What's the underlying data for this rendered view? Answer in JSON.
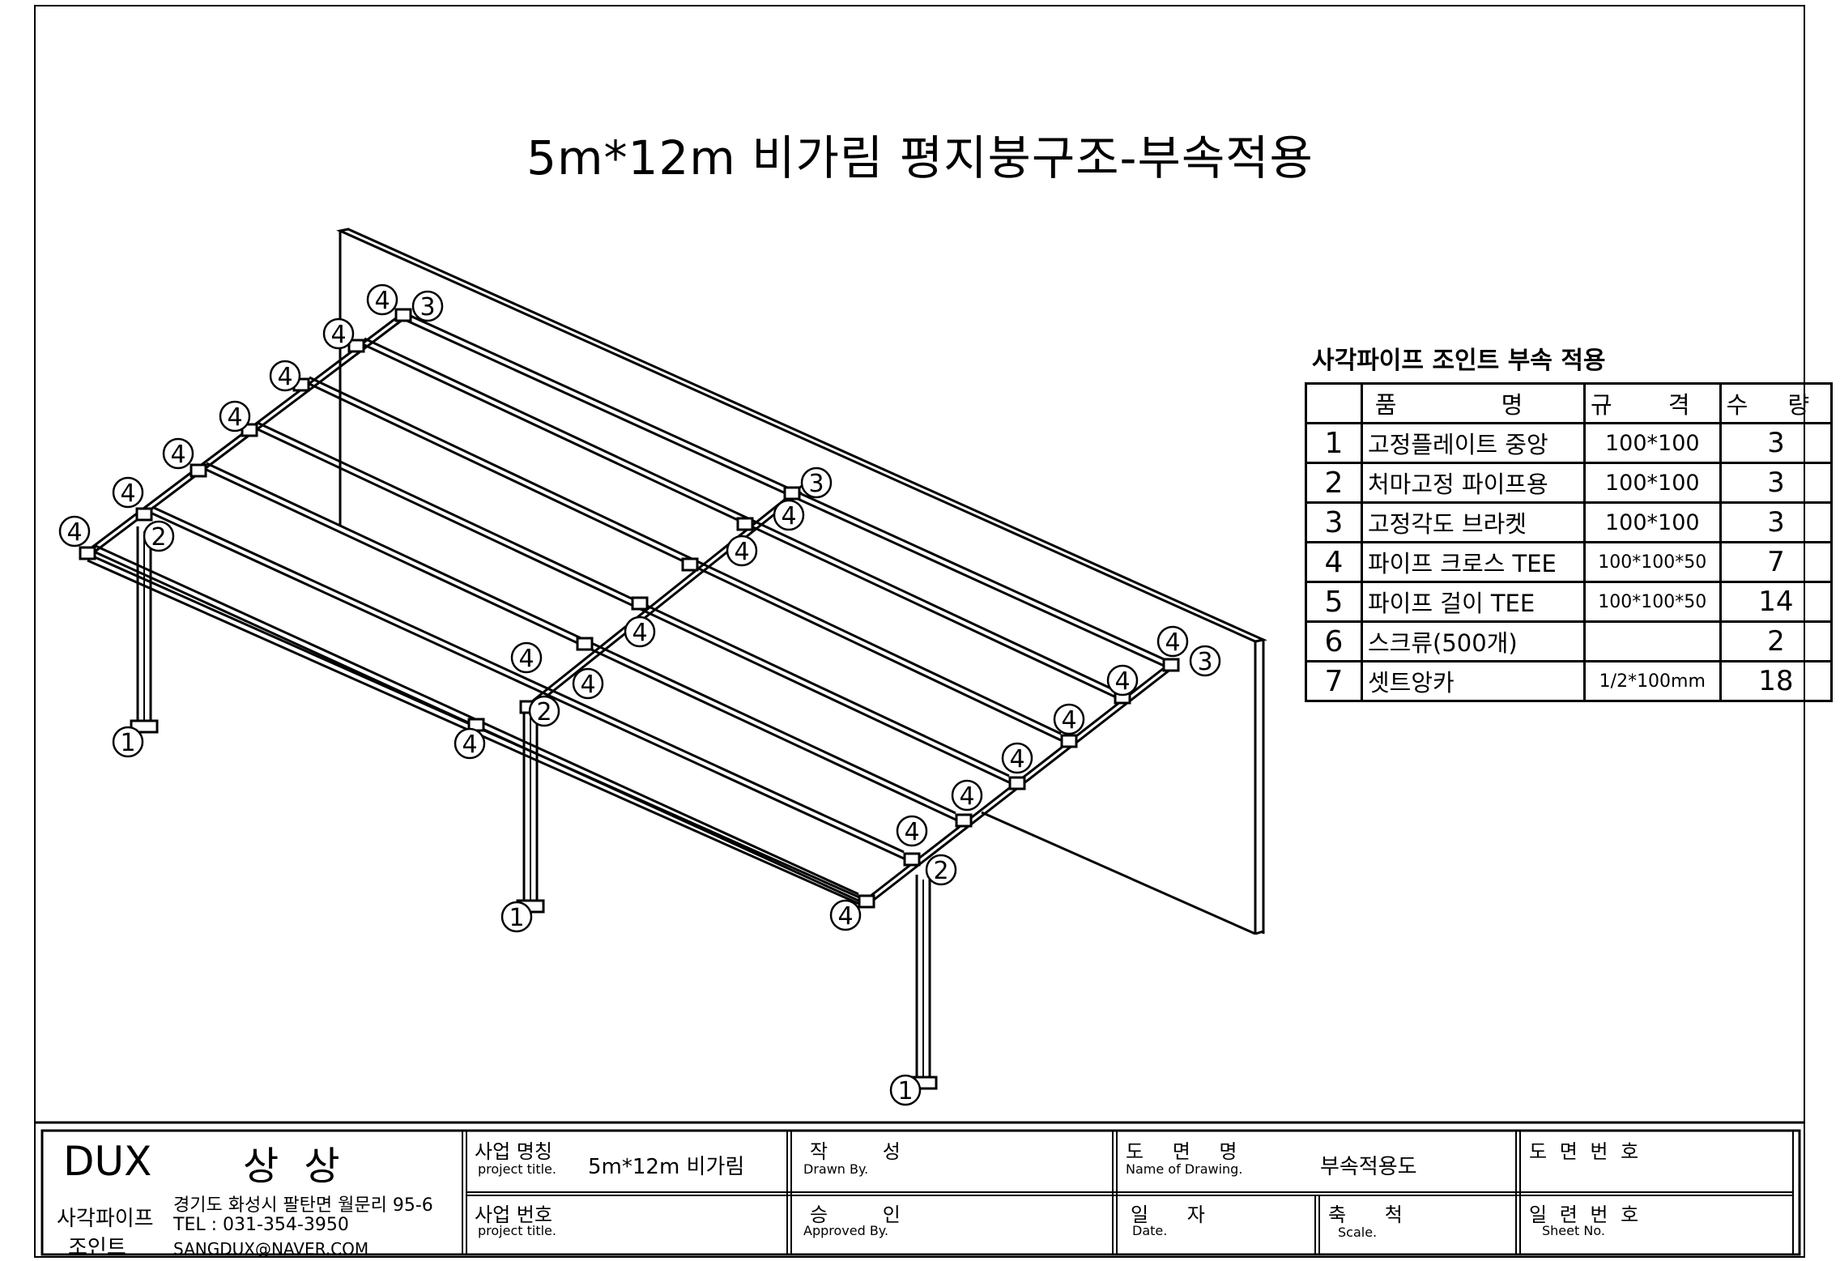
{
  "drawing": {
    "title": "5m*12m 비가림 평지붕구조-부속적용"
  },
  "callouts": {
    "c1": "1",
    "c2": "2",
    "c3": "3",
    "c4": "4"
  },
  "parts_table": {
    "caption": "사각파이프 조인트 부속 적용",
    "headers": {
      "name": "품 명",
      "spec": "규 격",
      "qty": "수 량"
    },
    "rows": [
      {
        "no": "1",
        "name": "고정플레이트 중앙",
        "spec": "100*100",
        "qty": "3"
      },
      {
        "no": "2",
        "name": "처마고정 파이프용",
        "spec": "100*100",
        "qty": "3"
      },
      {
        "no": "3",
        "name": "고정각도 브라켓",
        "spec": "100*100",
        "qty": "3"
      },
      {
        "no": "4",
        "name": "파이프 크로스 TEE",
        "spec": "100*100*50",
        "qty": "7"
      },
      {
        "no": "5",
        "name": "파이프 걸이 TEE",
        "spec": "100*100*50",
        "qty": "14"
      },
      {
        "no": "6",
        "name": "스크류(500개)",
        "spec": "",
        "qty": "2"
      },
      {
        "no": "7",
        "name": "셋트앙카",
        "spec": "1/2*100mm",
        "qty": "18"
      }
    ]
  },
  "title_block": {
    "company_brand": "DUX",
    "company_name": "상 상",
    "company_sub1": "사각파이프",
    "company_sub2": "조인트",
    "address": "경기도 화성시 팔탄면 월문리 95-6",
    "tel": "TEL : 031-354-3950",
    "email": "SANGDUX@NAVER.COM",
    "project_name_ko": "사업 명칭",
    "project_name_en": "project title.",
    "project_name_value": "5m*12m 비가림",
    "project_no_ko": "사업 번호",
    "project_no_en": "project title.",
    "drawn_ko": "작 성",
    "drawn_en": "Drawn By.",
    "approved_ko": "승 인",
    "approved_en": "Approved By.",
    "drawing_name_ko": "도 면 명",
    "drawing_name_en": "Name of Drawing.",
    "drawing_name_value": "부속적용도",
    "date_ko": "일 자",
    "date_en": "Date.",
    "scale_ko": "축 척",
    "scale_en": "Scale.",
    "drawing_no_ko": "도 면 번 호",
    "sheet_no_ko": "일 련 번 호",
    "sheet_no_en": "Sheet No."
  }
}
